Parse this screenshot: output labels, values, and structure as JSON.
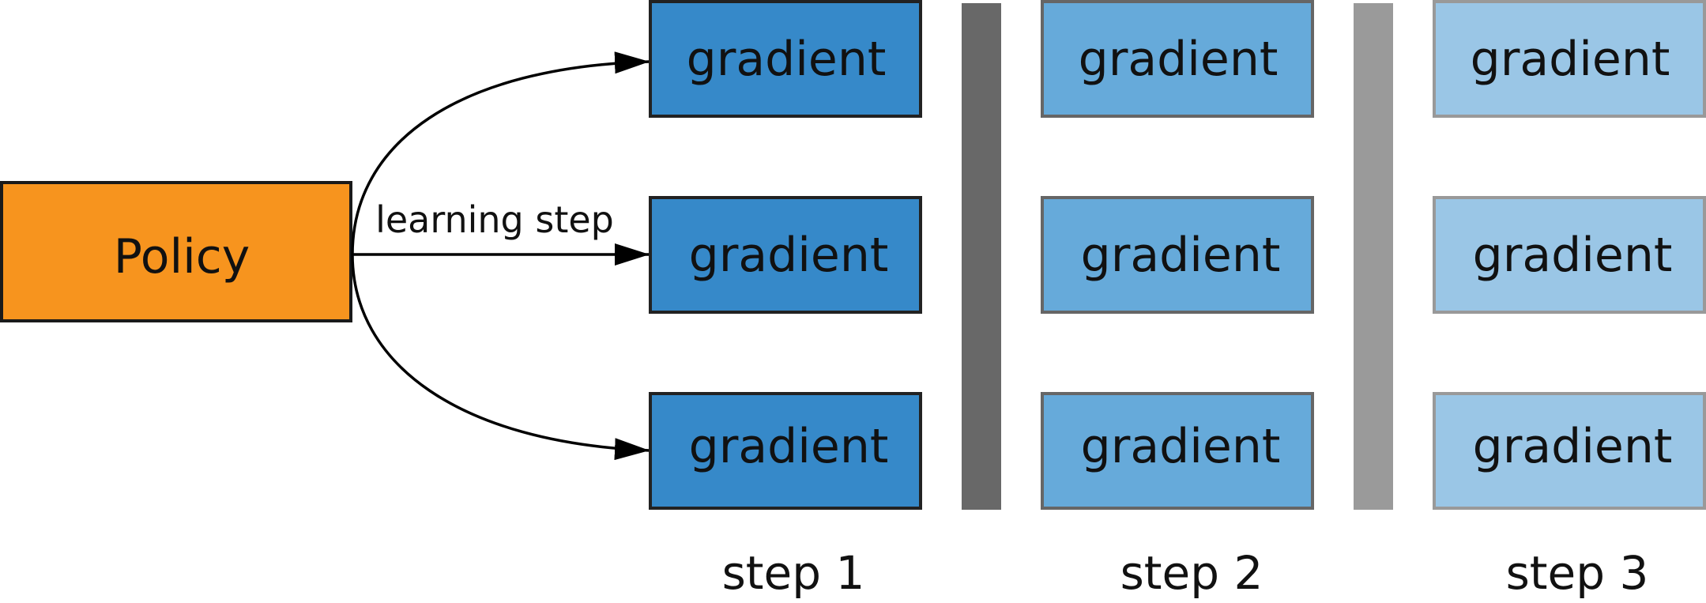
{
  "policy": {
    "label": "Policy",
    "color": "#F7941E"
  },
  "edge_label": "learning step",
  "columns": [
    {
      "step_label": "step 1",
      "color": "#3689C9",
      "border": "#222222",
      "gradients": [
        "gradient",
        "gradient",
        "gradient"
      ]
    },
    {
      "step_label": "step 2",
      "color": "#66AADA",
      "border": "#666666",
      "gradients": [
        "gradient",
        "gradient",
        "gradient"
      ]
    },
    {
      "step_label": "step 3",
      "color": "#9AC6E6",
      "border": "#999999",
      "gradients": [
        "gradient",
        "gradient",
        "gradient"
      ]
    }
  ],
  "separators": [
    {
      "color": "#686868"
    },
    {
      "color": "#9A9A9A"
    }
  ]
}
